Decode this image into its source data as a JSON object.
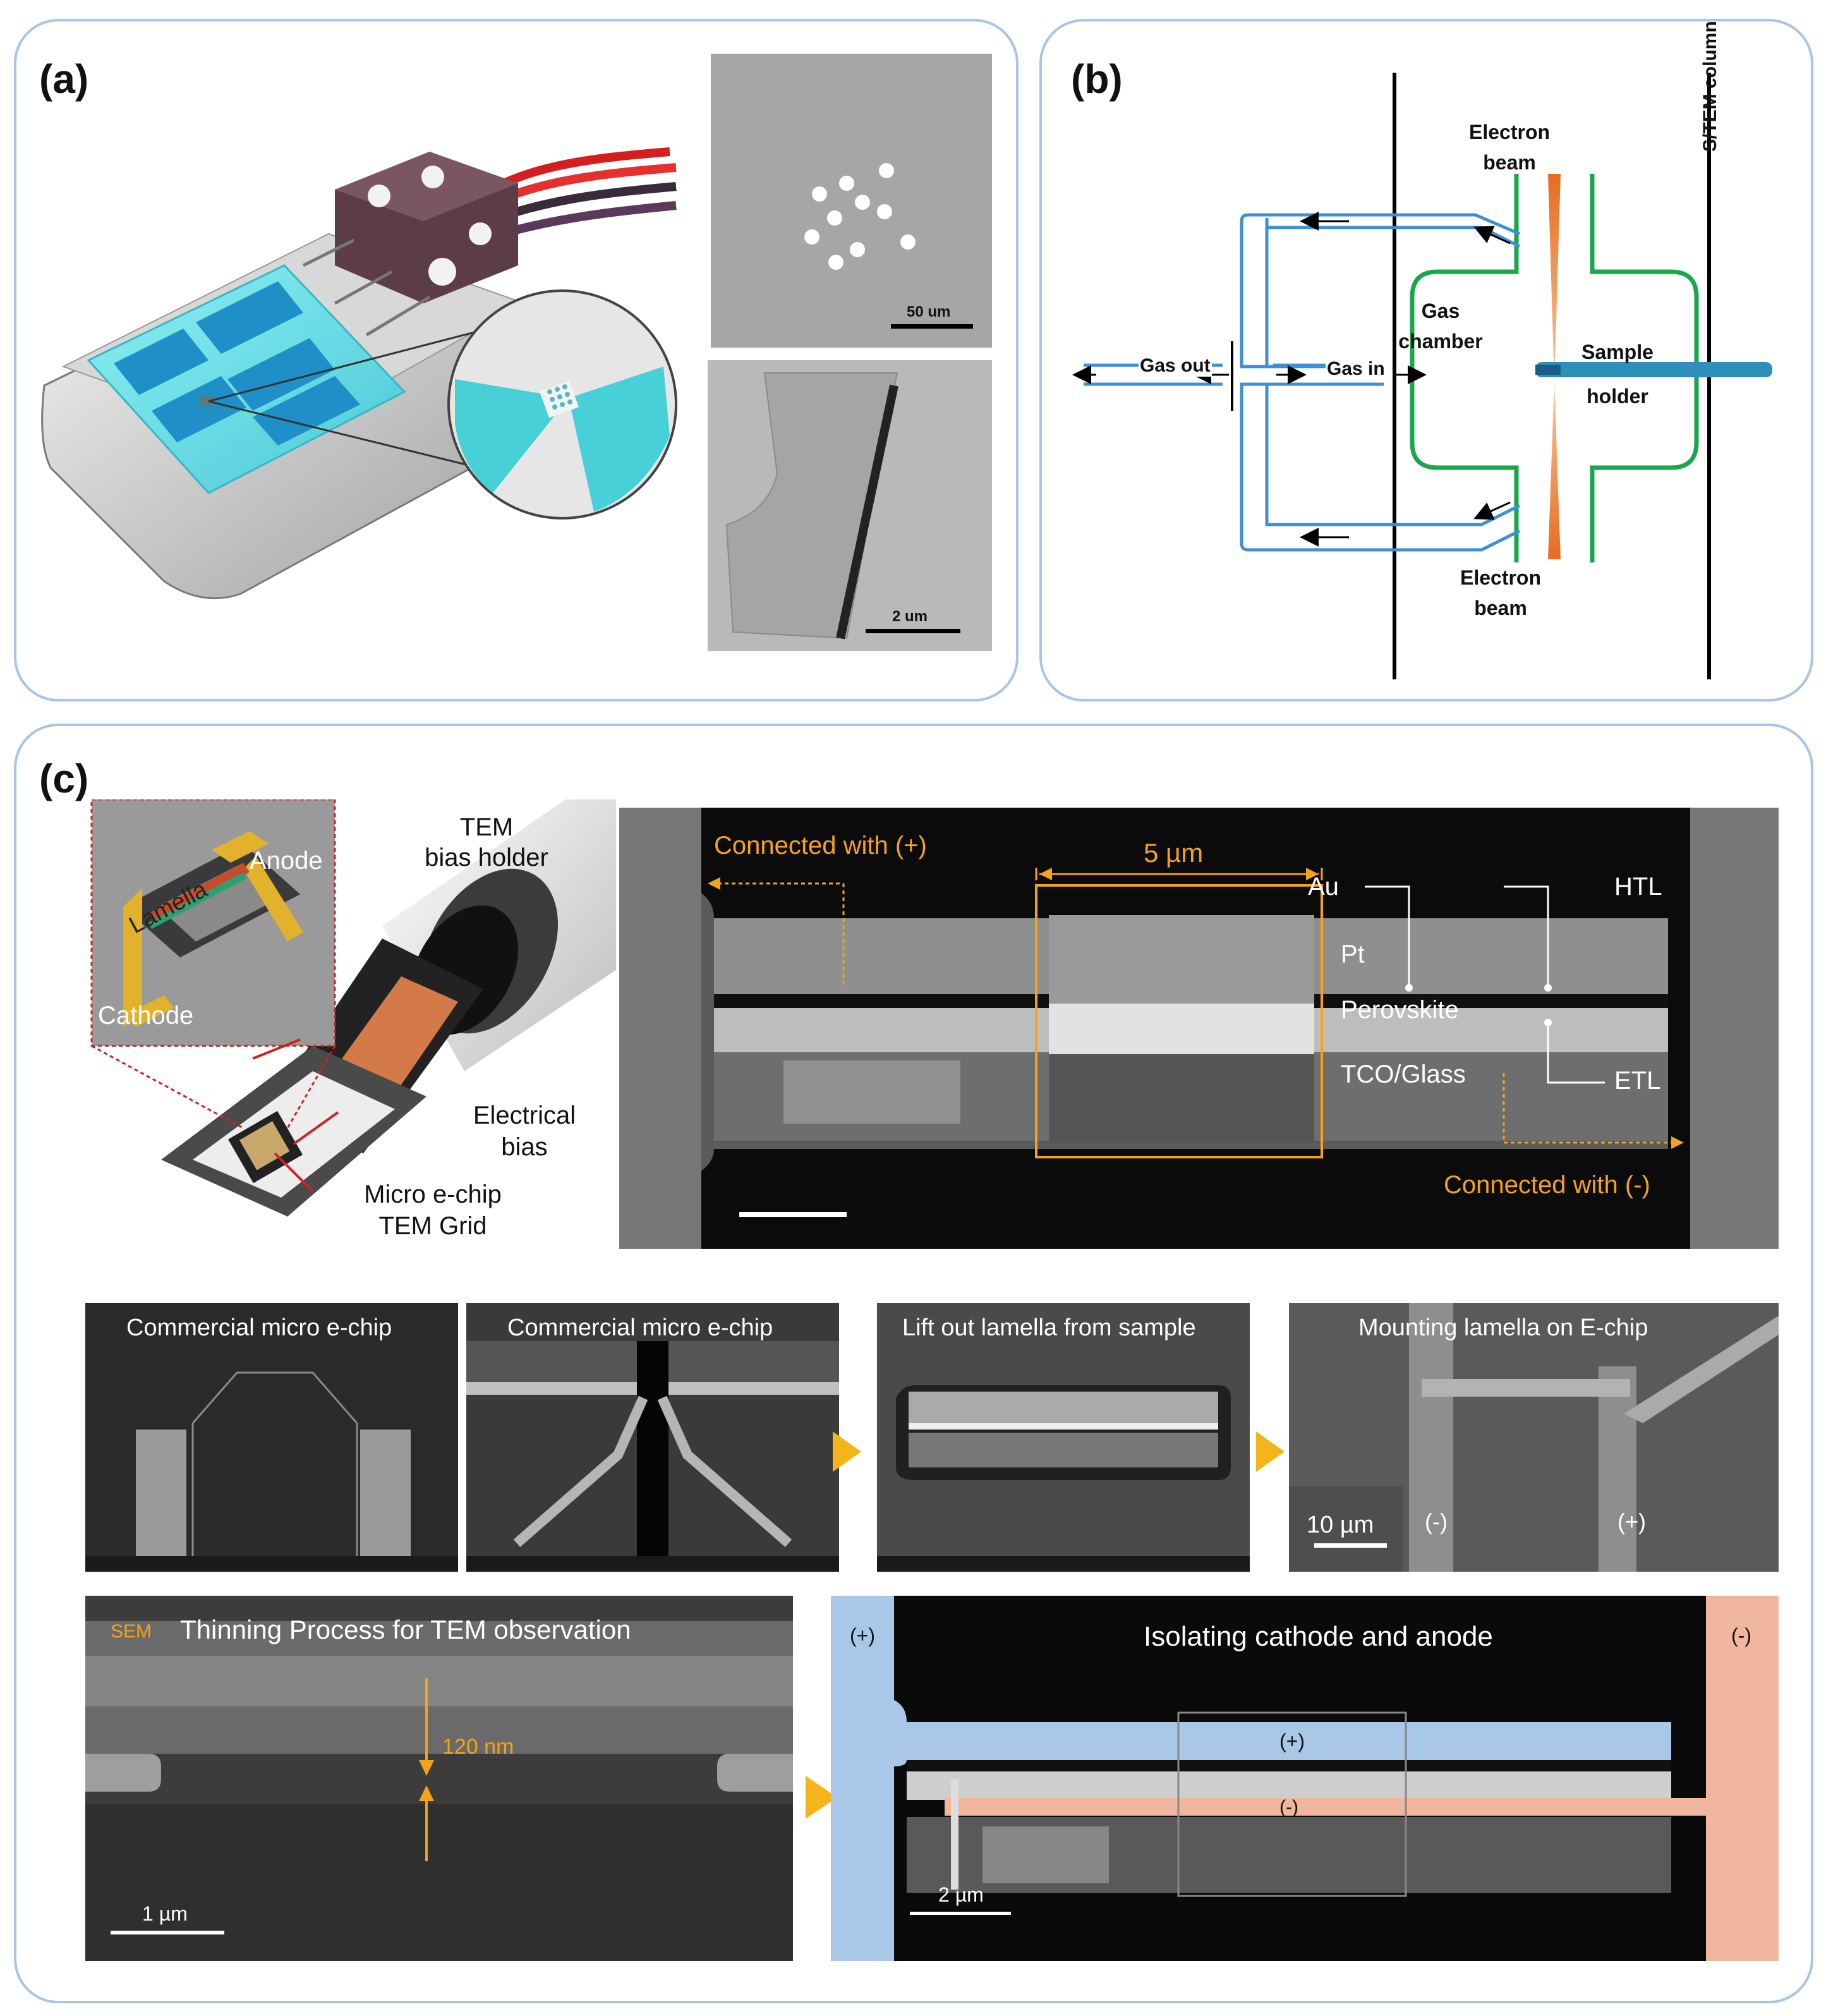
{
  "panel_a": {
    "label": "(a)",
    "image1_scale": "50 um",
    "image2_scale": "2 um"
  },
  "panel_b": {
    "label": "(b)",
    "column_label": "S/TEM column",
    "electron_beam_top": [
      "Electron",
      "beam"
    ],
    "electron_beam_bottom": [
      "Electron",
      "beam"
    ],
    "gas_chamber": [
      "Gas",
      "chamber"
    ],
    "sample_holder": [
      "Sample",
      "holder"
    ],
    "gas_out": "Gas out",
    "gas_in": "Gas in"
  },
  "panel_c": {
    "label": "(c)",
    "holder_title": [
      "TEM",
      "bias holder"
    ],
    "inset_anode": "Anode",
    "inset_lamella": "Lamella",
    "inset_cathode": "Cathode",
    "electrical_bias": [
      "Electrical",
      "bias"
    ],
    "micro_echip": [
      "Micro e-chip",
      "TEM Grid"
    ],
    "cross_section": {
      "connected_plus": "Connected with (+)",
      "connected_minus": "Connected with (-)",
      "width": "5 µm",
      "layers": {
        "au": "Au",
        "htl": "HTL",
        "pt": "Pt",
        "perovskite": "Perovskite",
        "tco": "TCO/Glass",
        "etl": "ETL"
      }
    },
    "steps": [
      {
        "caption": "Commercial micro e-chip"
      },
      {
        "caption": "Commercial micro e-chip"
      },
      {
        "caption": "Lift out lamella from sample"
      },
      {
        "caption": "Mounting lamella on E-chip",
        "scale": "10 µm",
        "minus": "(-)",
        "plus": "(+)"
      }
    ],
    "thinning": {
      "tag": "SEM",
      "title": "Thinning Process for TEM observation",
      "thickness": "120 nm",
      "scale": "1 µm"
    },
    "isolating": {
      "title": "Isolating cathode and anode",
      "plus_left": "(+)",
      "minus_right": "(-)",
      "plus_mid": "(+)",
      "minus_mid": "(-)",
      "scale": "2 µm"
    }
  },
  "colors": {
    "panel_border": "#a9c4e6",
    "gas_line": "#3d8fd6",
    "chamber": "#1aa64b",
    "beam": "#e8782a",
    "annotation": "#f4a31a",
    "plus_region": "#a9c8e8",
    "minus_region": "#f0b79e"
  }
}
